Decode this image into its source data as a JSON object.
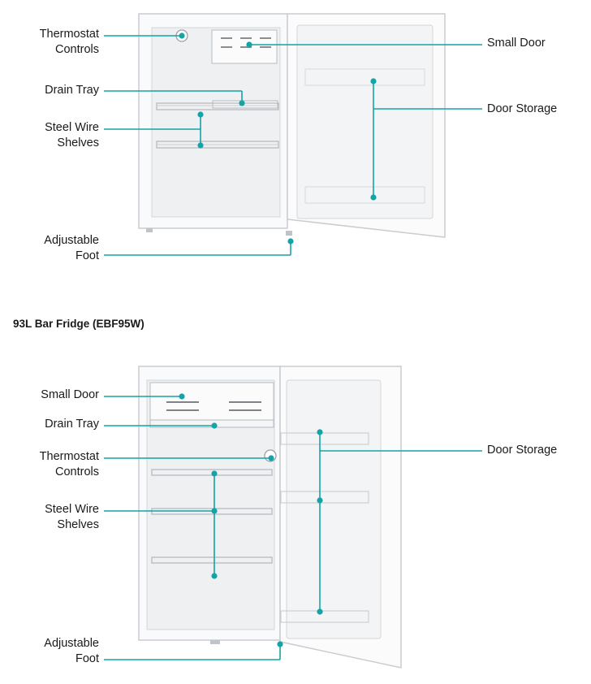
{
  "colors": {
    "callout": "#14a3a7",
    "fridge_outline": "#c9ccd0",
    "fridge_fill": "#f7f8f9",
    "interior": "#eef0f2"
  },
  "figure1": {
    "labels": {
      "thermostat": "Thermostat\nControls",
      "drain_tray": "Drain Tray",
      "steel_wire": "Steel Wire\nShelves",
      "adjustable_foot": "Adjustable\nFoot",
      "small_door": "Small Door",
      "door_storage": "Door Storage"
    }
  },
  "figure2": {
    "title": "93L Bar Fridge (EBF95W)",
    "labels": {
      "small_door": "Small Door",
      "drain_tray": "Drain Tray",
      "thermostat": "Thermostat\nControls",
      "steel_wire": "Steel Wire\nShelves",
      "adjustable_foot": "Adjustable\nFoot",
      "door_storage": "Door Storage"
    }
  }
}
